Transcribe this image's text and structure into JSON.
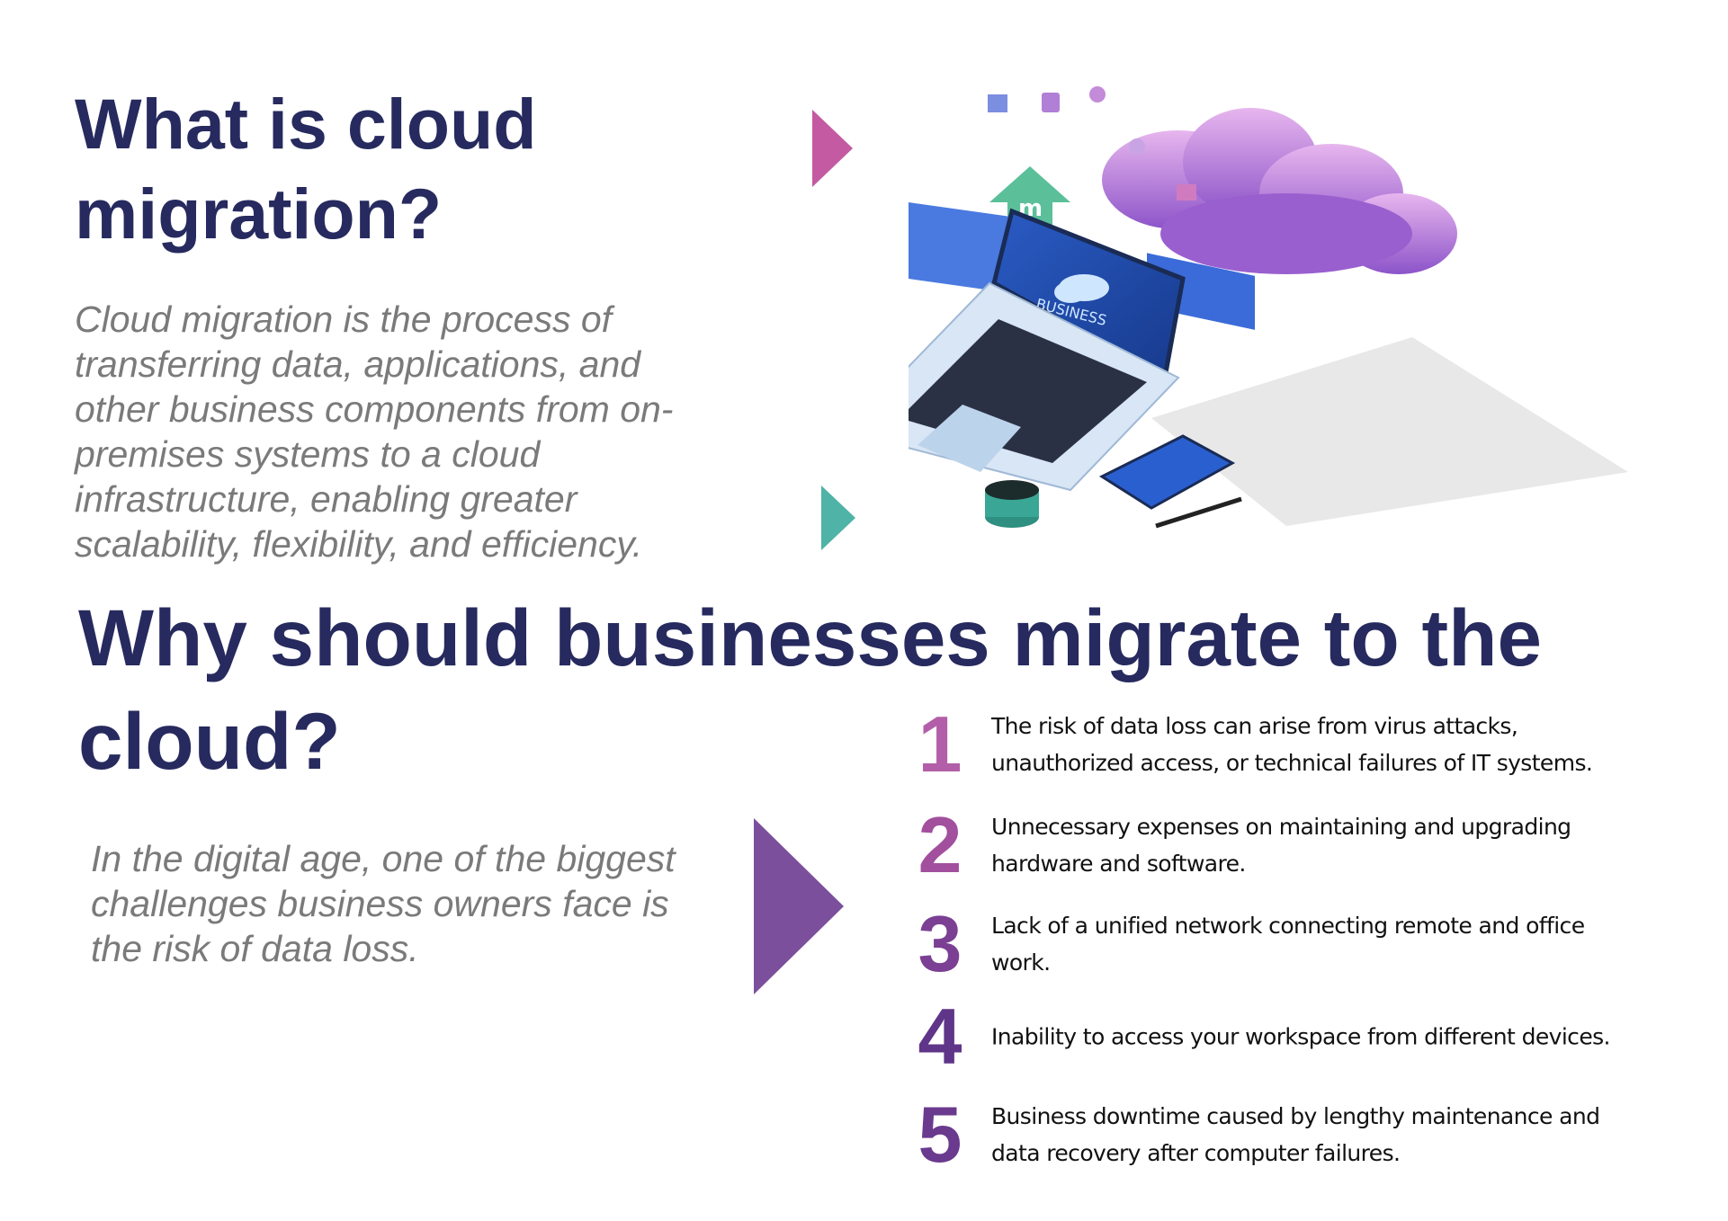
{
  "section1": {
    "title": "What is cloud migration?",
    "description": "Cloud migration is the process of transferring data, applications, and other business components from on-premises systems to a cloud infrastructure, enabling greater scalability, flexibility, and efficiency."
  },
  "section2": {
    "title": "Why should businesses migrate to the cloud?",
    "description": "In the digital age, one of the biggest challenges business owners face is the risk of data loss."
  },
  "illustration": {
    "laptop_screen_text": "BUSINESS",
    "logo_text": "m"
  },
  "reasons": [
    {
      "number": "1",
      "color": "#b35ea8",
      "text": "The risk of data loss can arise from virus attacks, unauthorized access, or technical failures of IT systems."
    },
    {
      "number": "2",
      "color": "#a24f9e",
      "text": "Unnecessary expenses on maintaining and upgrading hardware and software."
    },
    {
      "number": "3",
      "color": "#7b3f93",
      "text": "Lack of a unified network connecting remote and office work."
    },
    {
      "number": "4",
      "color": "#5f3589",
      "text": "Inability to access your workspace from different devices."
    },
    {
      "number": "5",
      "color": "#6a3a8e",
      "text": "Business downtime caused by lengthy maintenance and data recovery after computer failures."
    }
  ]
}
